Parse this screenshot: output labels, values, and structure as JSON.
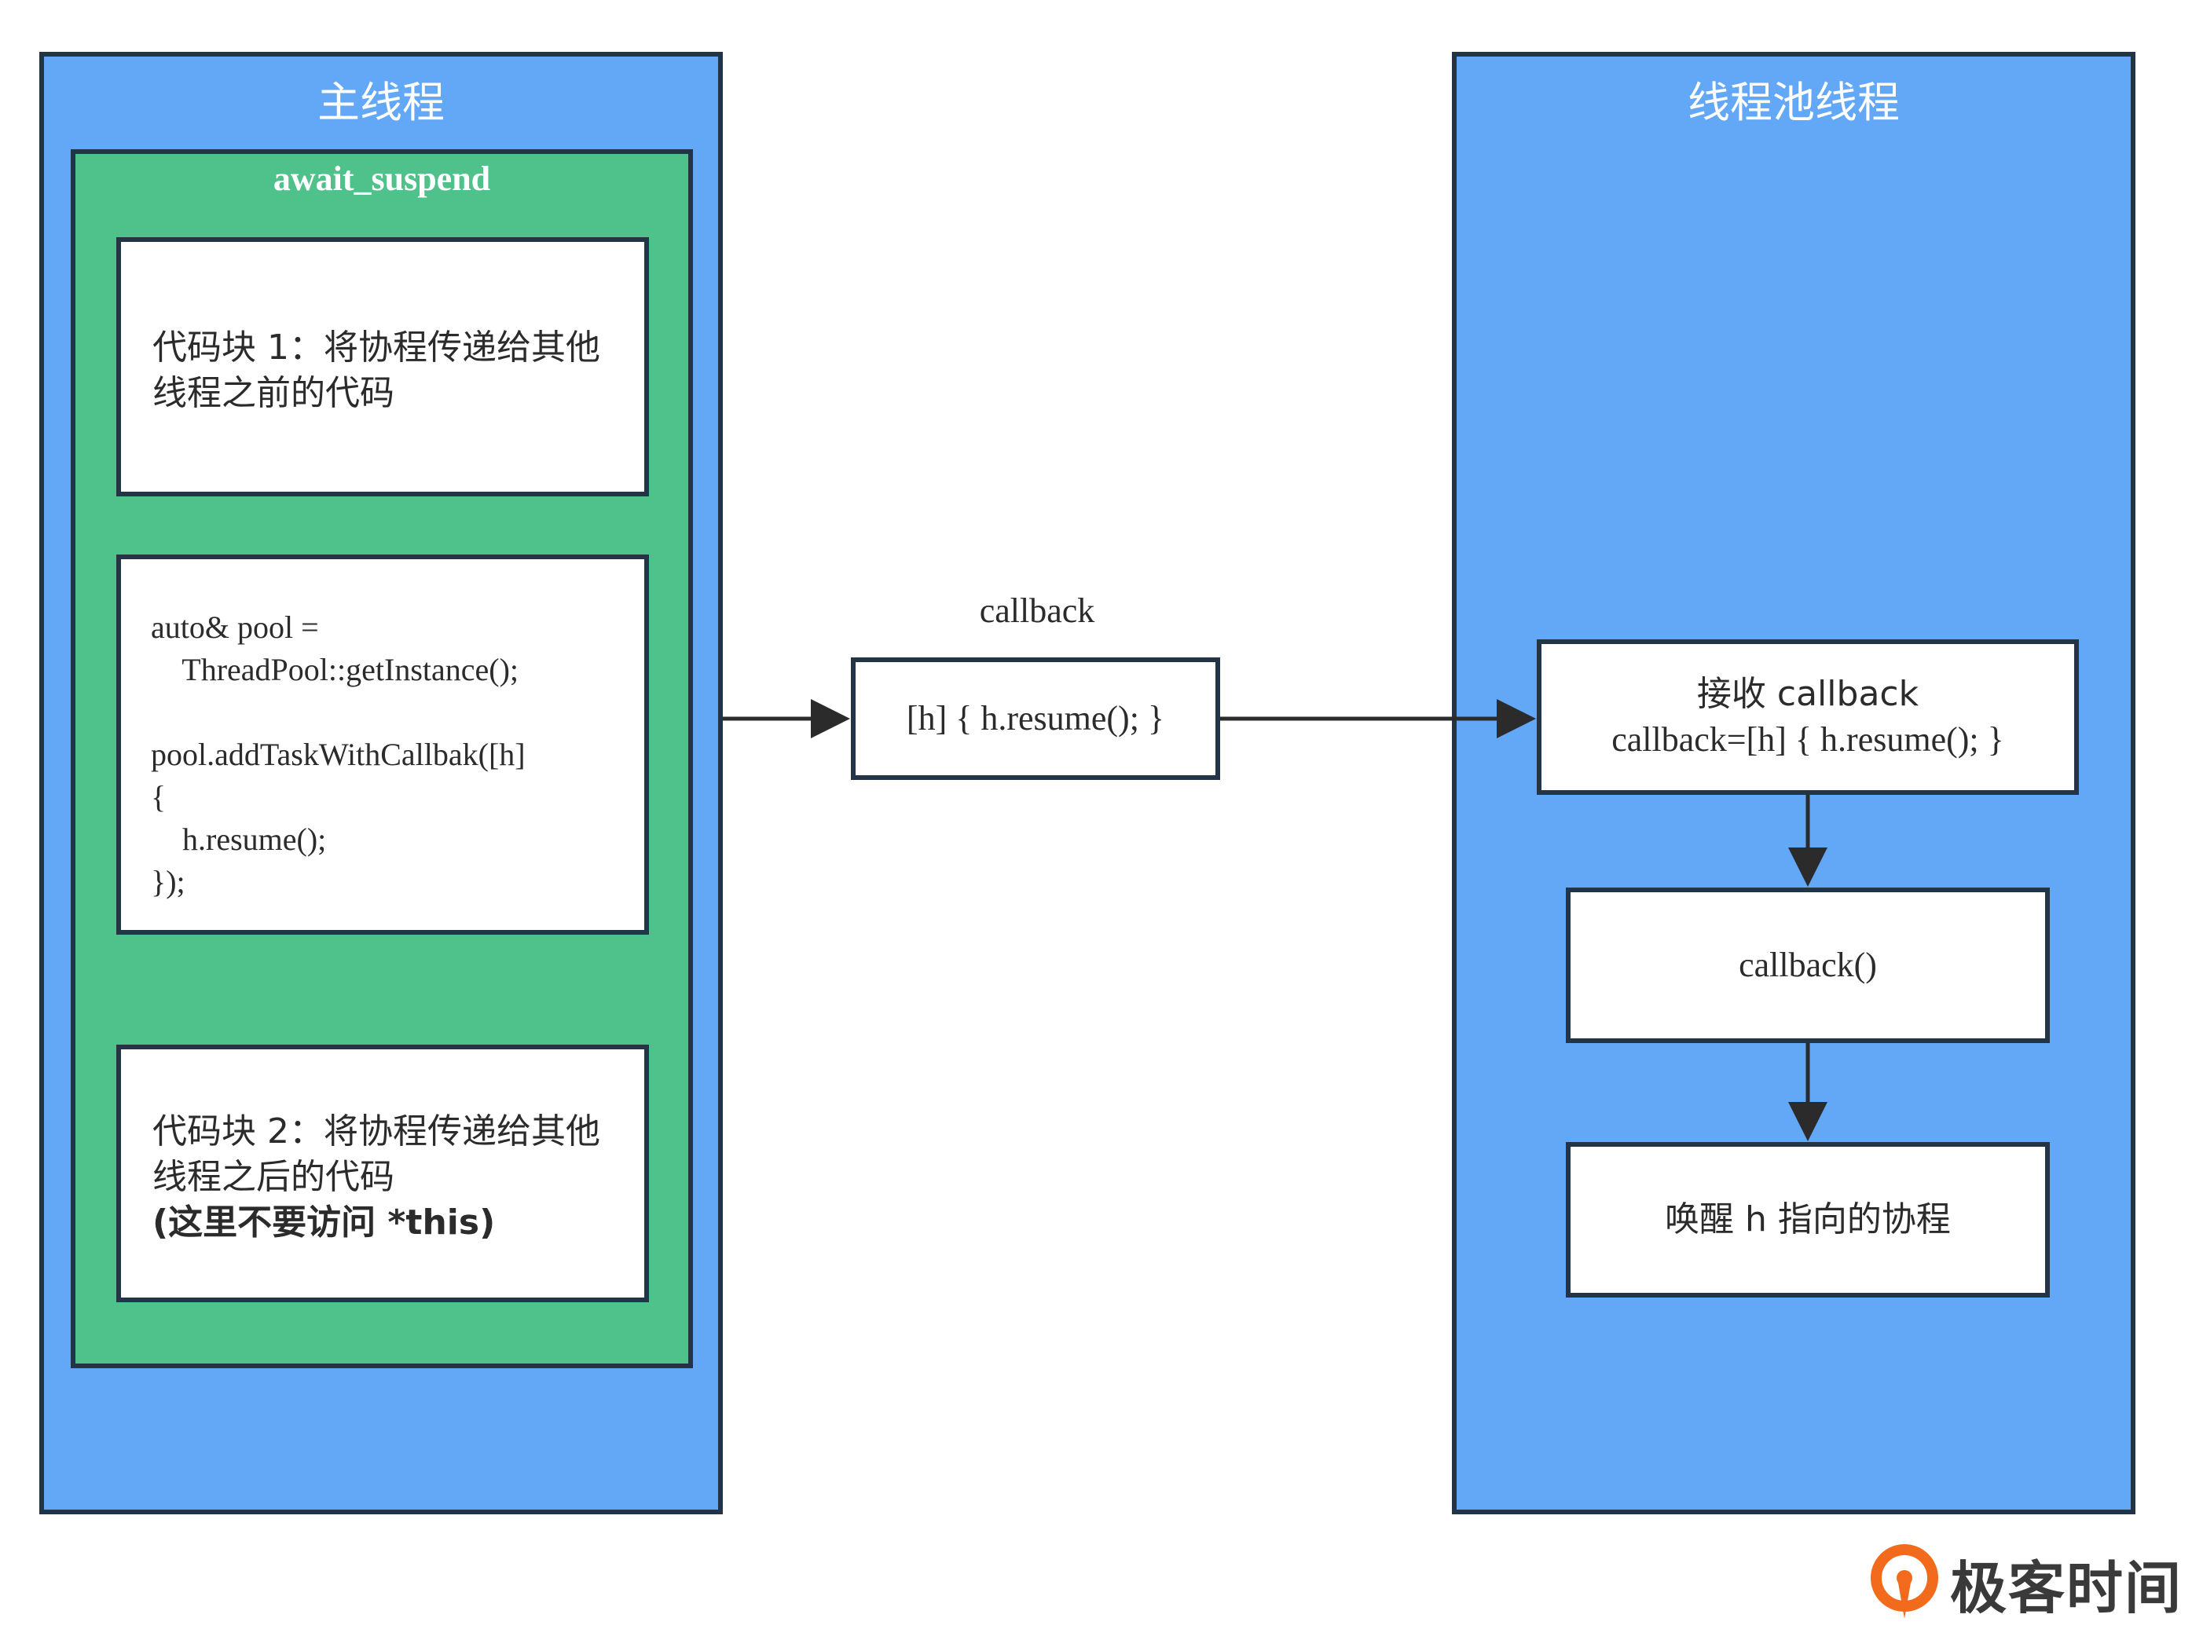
{
  "lanes": {
    "main": {
      "title": "主线程",
      "subgraph_title": "await_suspend",
      "block1": "代码块 1：将协程传递给其他线程之前的代码",
      "code": "auto& pool =\n    ThreadPool::getInstance();\n\npool.addTaskWithCallbak([h]\n{\n    h.resume();\n});",
      "block2_line1": "代码块 2：将协程传递给其他线程之后的代码",
      "block2_line2": "(这里不要访问 *this)"
    },
    "pool": {
      "title": "线程池线程",
      "receive_line1": "接收 callback",
      "receive_line2": "callback=[h] { h.resume(); }",
      "call": "callback()",
      "wake": "唤醒 h 指向的协程"
    }
  },
  "middle": {
    "edge_label": "callback",
    "lambda": "[h] { h.resume(); }"
  },
  "logo": {
    "text": "极客时间"
  },
  "colors": {
    "lane": "#62a8f7",
    "subgraph": "#4fc28c",
    "border": "#243447",
    "logo_orange": "#f26a1b"
  }
}
